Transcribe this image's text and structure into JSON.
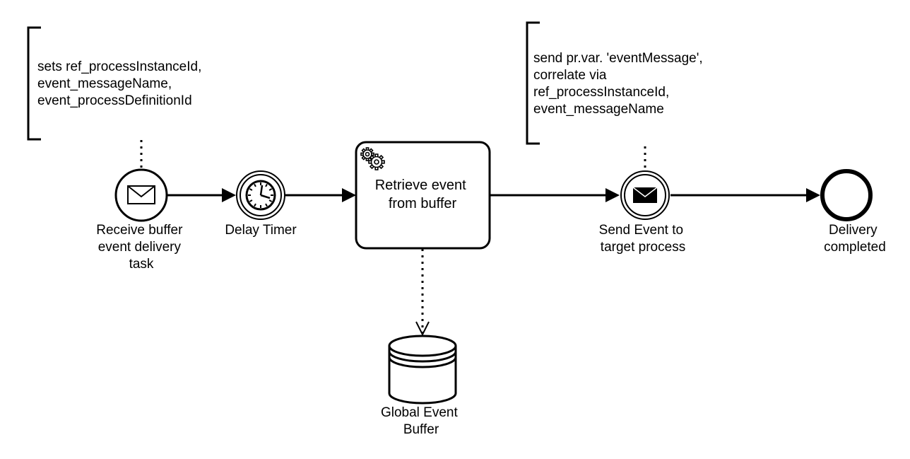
{
  "diagram": {
    "annotations": {
      "start": {
        "lines": [
          "sets ref_processInstanceId,",
          "event_messageName,",
          "event_processDefinitionId"
        ]
      },
      "send": {
        "lines": [
          "send pr.var. 'eventMessage',",
          "correlate via",
          "ref_processInstanceId,",
          "event_messageName"
        ]
      }
    },
    "start_event": {
      "type": "message-start-event",
      "icon": "envelope-icon",
      "label_lines": [
        "Receive buffer",
        "event delivery",
        "task"
      ]
    },
    "timer_event": {
      "type": "intermediate-timer-event",
      "icon": "clock-icon",
      "label_lines": [
        "Delay Timer"
      ]
    },
    "service_task": {
      "type": "service-task",
      "icon": "gears-icon",
      "label_lines": [
        "Retrieve event",
        "from buffer"
      ]
    },
    "send_event": {
      "type": "intermediate-message-throw-event",
      "icon": "filled-envelope-icon",
      "label_lines": [
        "Send Event to",
        "target process"
      ]
    },
    "end_event": {
      "type": "end-event",
      "label_lines": [
        "Delivery",
        "completed"
      ]
    },
    "data_store": {
      "type": "data-store",
      "icon": "database-icon",
      "label_lines": [
        "Global Event",
        "Buffer"
      ]
    },
    "colors": {
      "stroke": "#000000",
      "fill": "#ffffff"
    }
  }
}
